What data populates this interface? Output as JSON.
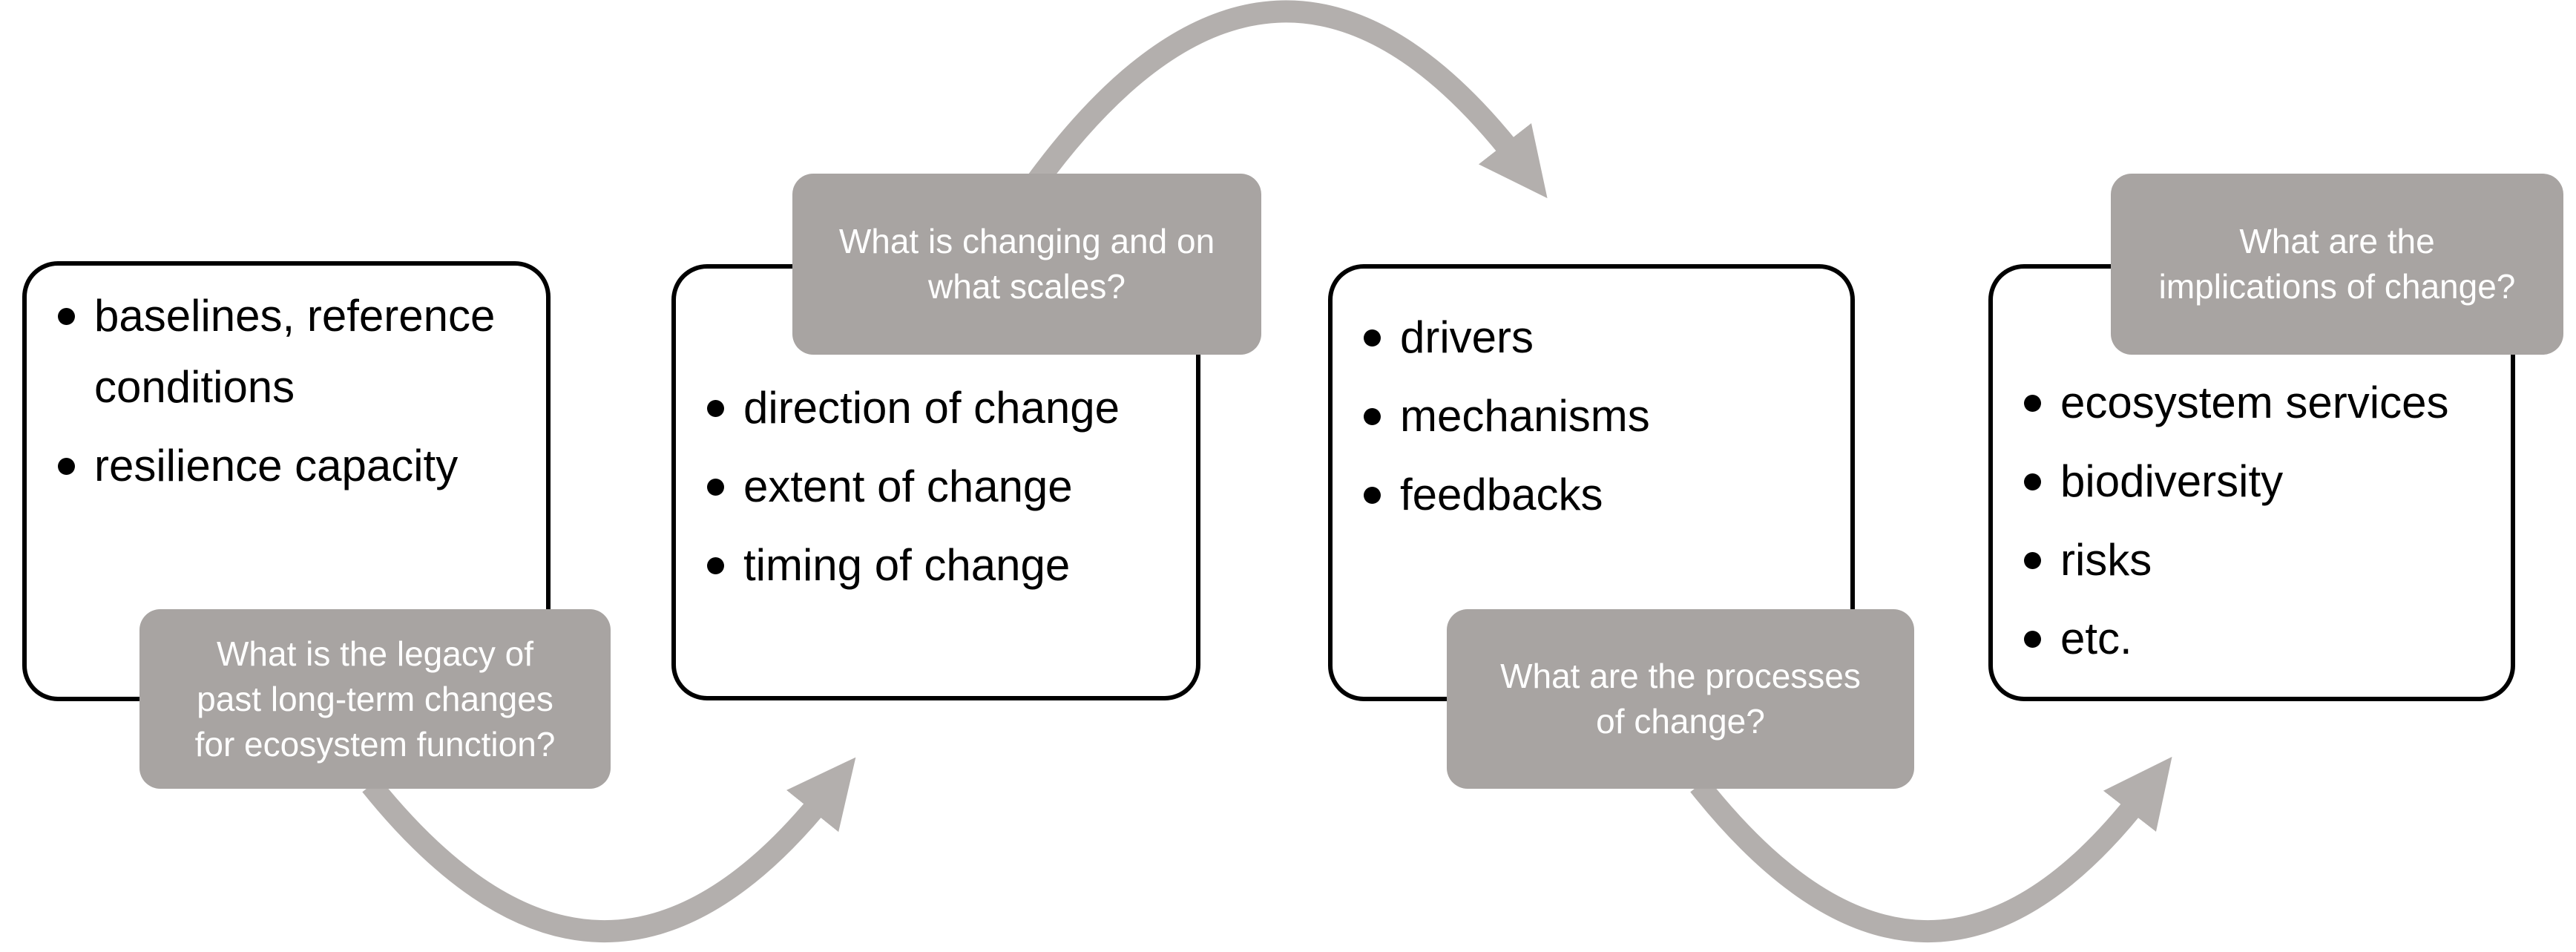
{
  "diagram": {
    "topic_boxes": [
      {
        "id": "box-1",
        "items": [
          "baselines, reference conditions",
          "resilience capacity"
        ]
      },
      {
        "id": "box-2",
        "items": [
          "direction of change",
          "extent of change",
          "timing of change"
        ]
      },
      {
        "id": "box-3",
        "items": [
          "drivers",
          "mechanisms",
          "feedbacks"
        ]
      },
      {
        "id": "box-4",
        "items": [
          "ecosystem services",
          "biodiversity",
          "risks",
          "etc."
        ]
      }
    ],
    "questions": [
      {
        "id": "question-1",
        "text": "What is the legacy of past long-term changes for ecosystem function?",
        "lines": [
          "What is the legacy of",
          "past long-term changes",
          "for ecosystem function?"
        ]
      },
      {
        "id": "question-2",
        "text": "What is changing and on what scales?",
        "lines": [
          "What is changing and on",
          "what scales?"
        ]
      },
      {
        "id": "question-3",
        "text": "What are the processes of change?",
        "lines": [
          "What are the processes",
          "of change?"
        ]
      },
      {
        "id": "question-4",
        "text": "What are the implications of change?",
        "lines": [
          "What are the",
          "implications of change?"
        ]
      }
    ],
    "arrows": [
      {
        "id": "arrow-top",
        "from": "question-2",
        "to": "box-3",
        "shape": "arc-over"
      },
      {
        "id": "arrow-bottom-left",
        "from": "question-1",
        "to": "box-2",
        "shape": "arc-under"
      },
      {
        "id": "arrow-bottom-right",
        "from": "question-3",
        "to": "box-4",
        "shape": "arc-under"
      }
    ],
    "colors": {
      "question_fill": "#a8a4a2",
      "question_text": "#ffffff",
      "arrow": "#b3afad",
      "box_border": "#000000",
      "box_fill": "#ffffff",
      "bullet_text": "#000000",
      "background": "#ffffff"
    }
  }
}
